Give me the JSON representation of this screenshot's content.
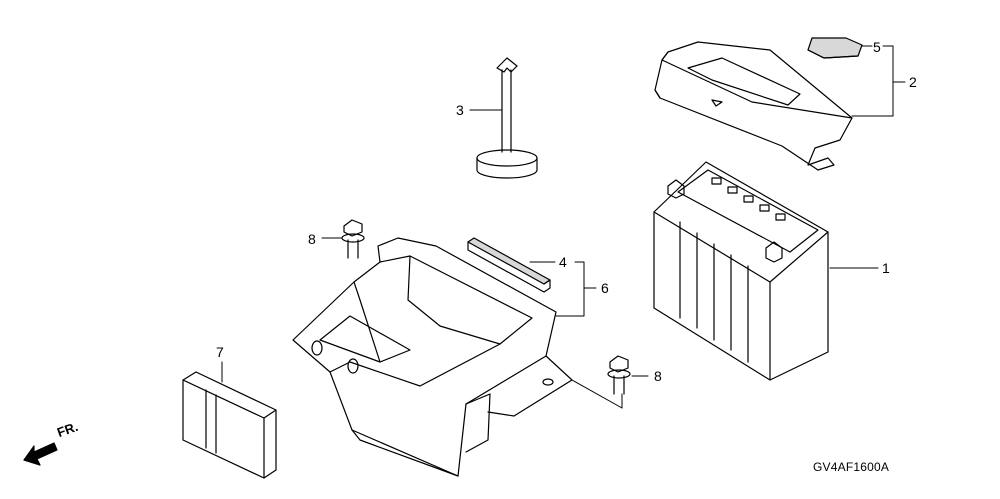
{
  "callouts": {
    "c1": "1",
    "c2": "2",
    "c3": "3",
    "c4": "4",
    "c5": "5",
    "c6": "6",
    "c7": "7",
    "c8a": "8",
    "c8b": "8"
  },
  "front_marker": "FR.",
  "diagram_code": "GV4AF1600A"
}
